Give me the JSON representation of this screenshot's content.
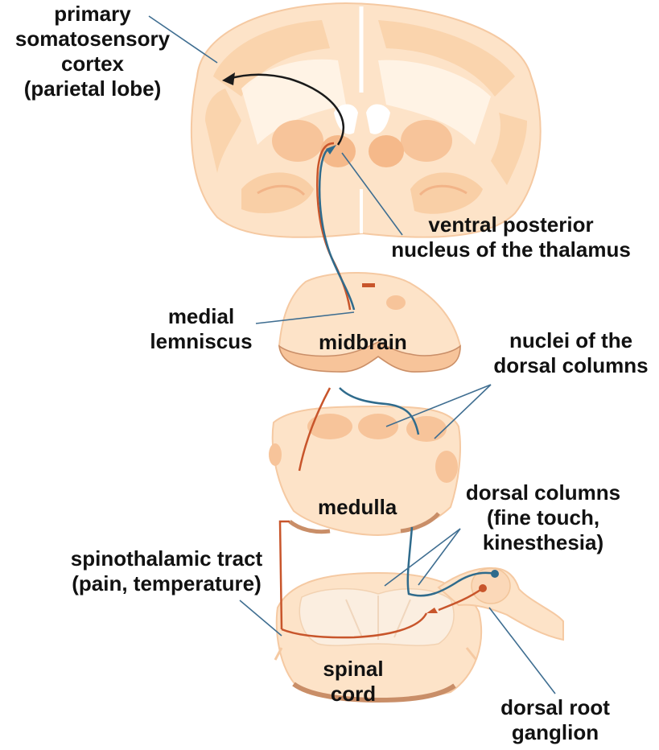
{
  "labels": {
    "cortex": [
      "primary",
      "somatosensory",
      "cortex",
      "(parietal lobe)"
    ],
    "thalamus": [
      "ventral posterior",
      "nucleus of the thalamus"
    ],
    "lemniscus": [
      "medial",
      "lemniscus"
    ],
    "midbrain": "midbrain",
    "dorsal_nuclei": [
      "nuclei of the",
      "dorsal columns"
    ],
    "medulla": "medulla",
    "dorsal_columns": [
      "dorsal columns",
      "(fine touch,",
      "kinesthesia)"
    ],
    "spinothalamic": [
      "spinothalamic tract",
      "(pain, temperature)"
    ],
    "spinal_cord": [
      "spinal",
      "cord"
    ],
    "drg": [
      "dorsal root",
      "ganglion"
    ]
  },
  "colors": {
    "tissue": "#fde3c8",
    "tissue_dark": "#f7c49a",
    "tissue_edge": "#c98e68",
    "red_pathway": "#c8552b",
    "blue_pathway": "#2f6b8c",
    "cortex_arrow": "#1a1a1a",
    "leader_line": "#3f6e91"
  }
}
